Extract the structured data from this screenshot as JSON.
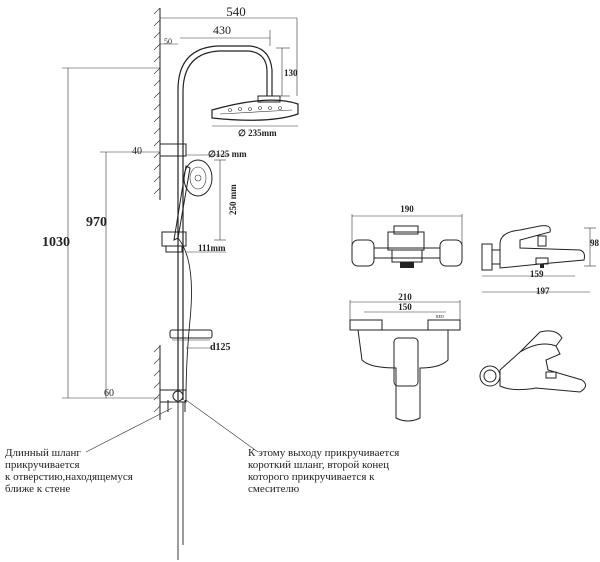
{
  "shower_set": {
    "dims": {
      "total_width": "540",
      "arm_reach": "430",
      "wall_offset_top": "50",
      "head_drop": "130",
      "head_diameter": "∅ 235mm",
      "bracket_offset": "40",
      "hand_diameter": "∅125 mm",
      "hand_length": "250 mm",
      "total_height": "1030",
      "rail_height": "970",
      "slider_offset": "111mm",
      "soap_dish": "d125",
      "bottom_offset": "60"
    },
    "notes": {
      "left": [
        "Длинный шланг",
        "прикручивается",
        "к отверстию,находящемуся",
        "ближе к стене"
      ],
      "right": [
        "К этому выходу прикручивается",
        "короткий шланг, второй конец",
        "которого прикручивается к",
        "смесителю"
      ]
    }
  },
  "mixer": {
    "front_top": {
      "width": "190"
    },
    "side": {
      "height": "98",
      "depth_inner": "159",
      "depth_total": "197"
    },
    "front_bottom": {
      "width_total": "210",
      "width_inner": "150",
      "mark": "RED"
    }
  }
}
